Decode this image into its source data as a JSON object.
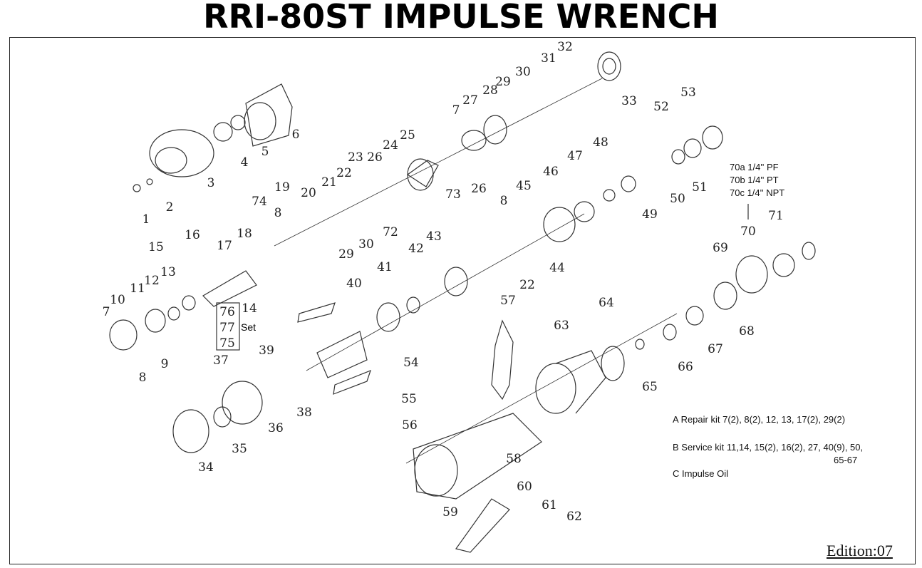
{
  "title": "RRI-80ST IMPULSE WRENCH",
  "edition": "Edition:07",
  "set_label": "Set",
  "set_parts": [
    "76",
    "77",
    "75"
  ],
  "port_options": [
    "70a 1/4'' PF",
    "70b 1/4'' PT",
    "70c 1/4'' NPT"
  ],
  "kits": {
    "a": "A Repair kit 7(2), 8(2), 12, 13, 17(2), 29(2)",
    "b_line1": "B Service kit 11,14, 15(2), 16(2), 27, 40(9), 50,",
    "b_line2": "65-67",
    "c": "C Impulse Oil"
  },
  "part_labels": [
    "1",
    "2",
    "3",
    "4",
    "5",
    "6",
    "7",
    "8",
    "9",
    "10",
    "11",
    "12",
    "13",
    "14",
    "15",
    "16",
    "17",
    "18",
    "19",
    "20",
    "21",
    "22",
    "23",
    "24",
    "25",
    "26",
    "26",
    "27",
    "28",
    "29",
    "29",
    "30",
    "30",
    "31",
    "32",
    "33",
    "34",
    "35",
    "36",
    "37",
    "38",
    "39",
    "40",
    "41",
    "42",
    "43",
    "44",
    "45",
    "46",
    "47",
    "48",
    "49",
    "50",
    "51",
    "52",
    "53",
    "54",
    "55",
    "56",
    "57",
    "58",
    "59",
    "60",
    "61",
    "62",
    "63",
    "64",
    "65",
    "66",
    "67",
    "68",
    "69",
    "70",
    "71",
    "72",
    "73",
    "74",
    "8",
    "7",
    "22",
    "8"
  ]
}
